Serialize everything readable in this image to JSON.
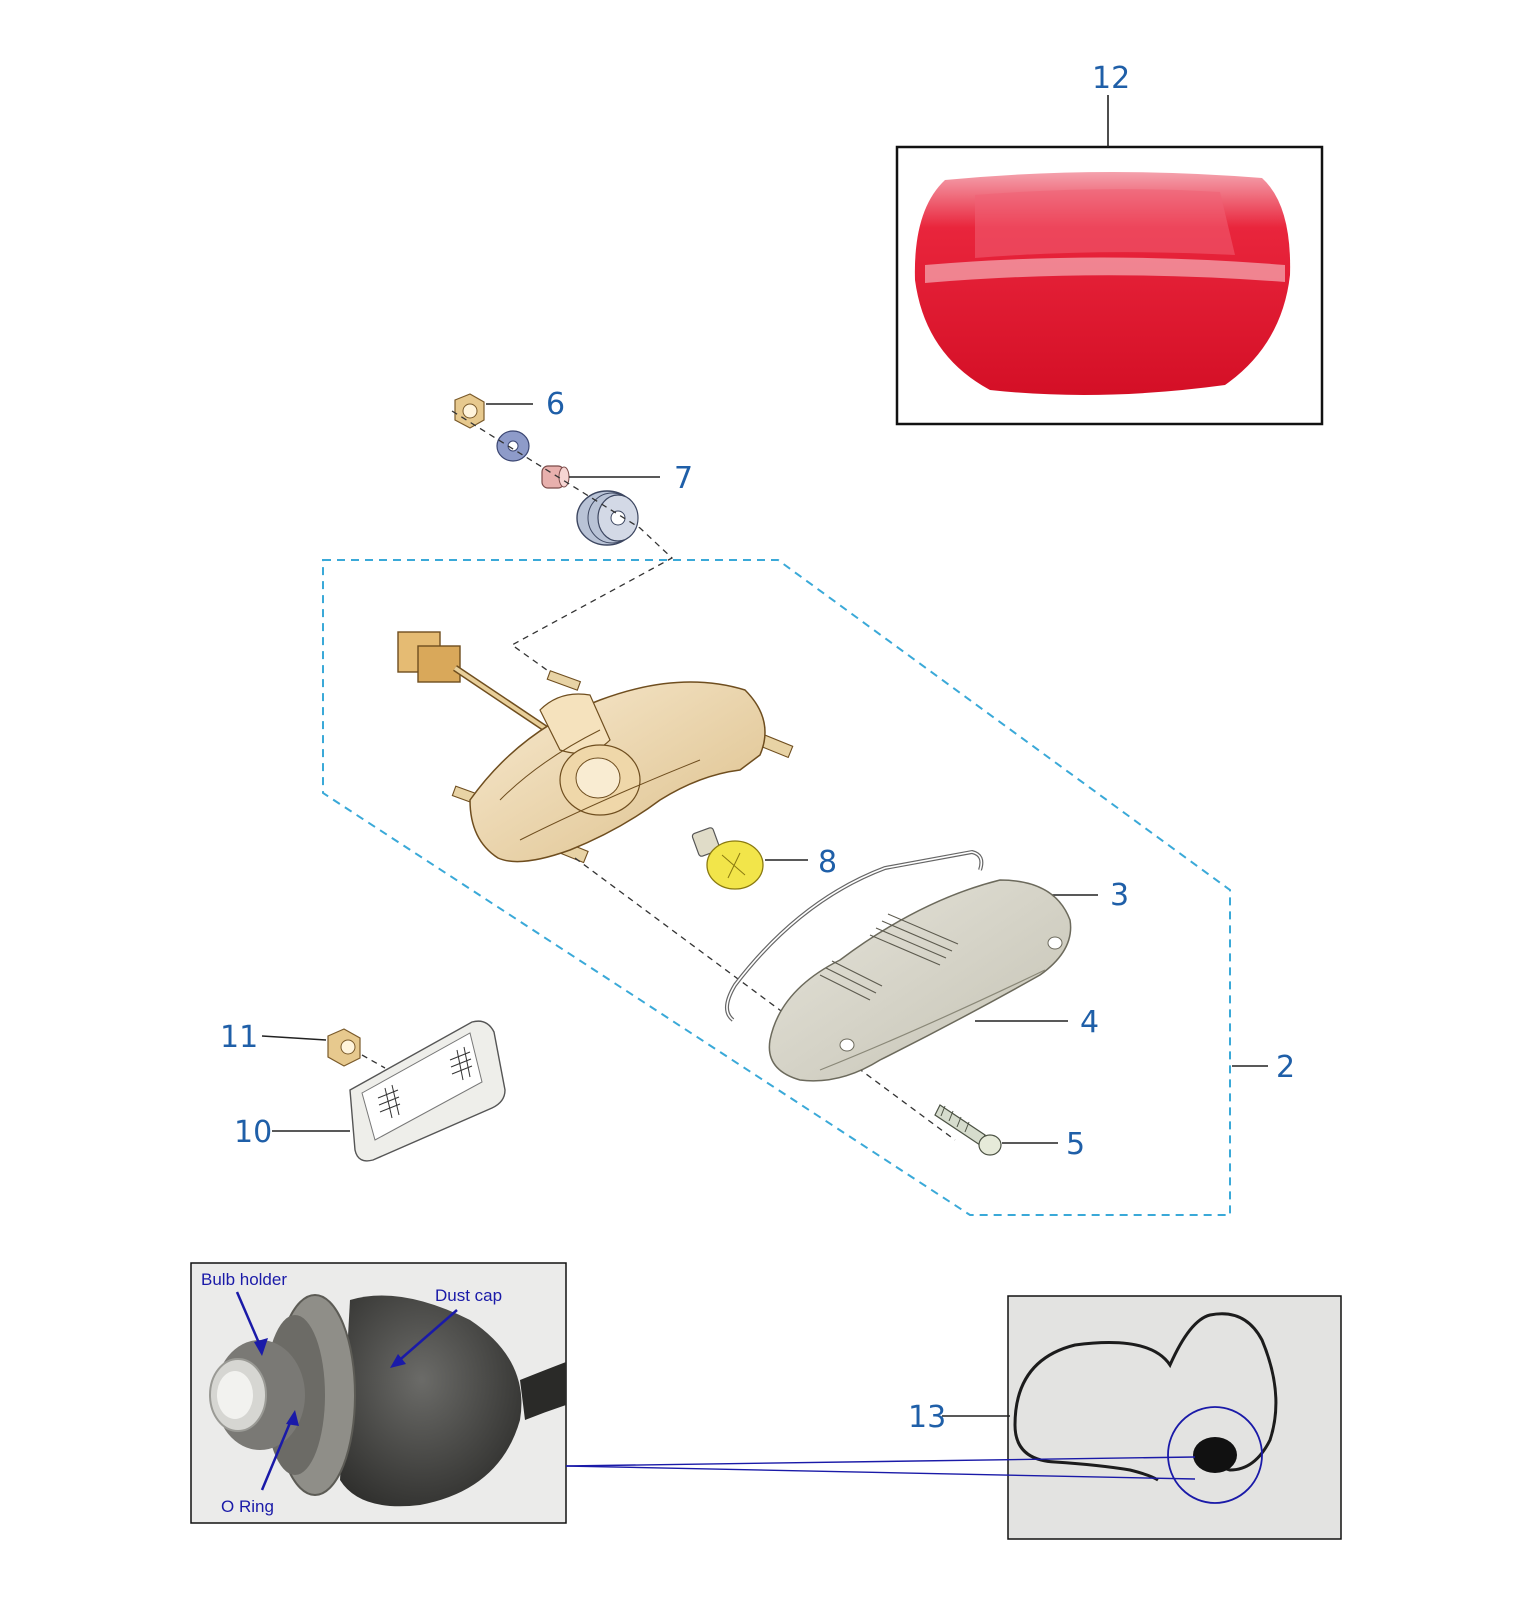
{
  "callouts": {
    "c2": "2",
    "c3": "3",
    "c4": "4",
    "c5": "5",
    "c6": "6",
    "c7": "7",
    "c8": "8",
    "c10": "10",
    "c11": "11",
    "c12": "12",
    "c13": "13"
  },
  "photo_labels": {
    "bulb_holder": "Bulb holder",
    "dust_cap": "Dust cap",
    "o_ring": "O Ring"
  },
  "colors": {
    "callout": "#1f5fa8",
    "photo_label": "#1a1aa8",
    "assembly_outline": "#3aa9d8",
    "lens_red": "#d8102a",
    "housing": "#ecd5a8",
    "bulb": "#f2e54a"
  }
}
